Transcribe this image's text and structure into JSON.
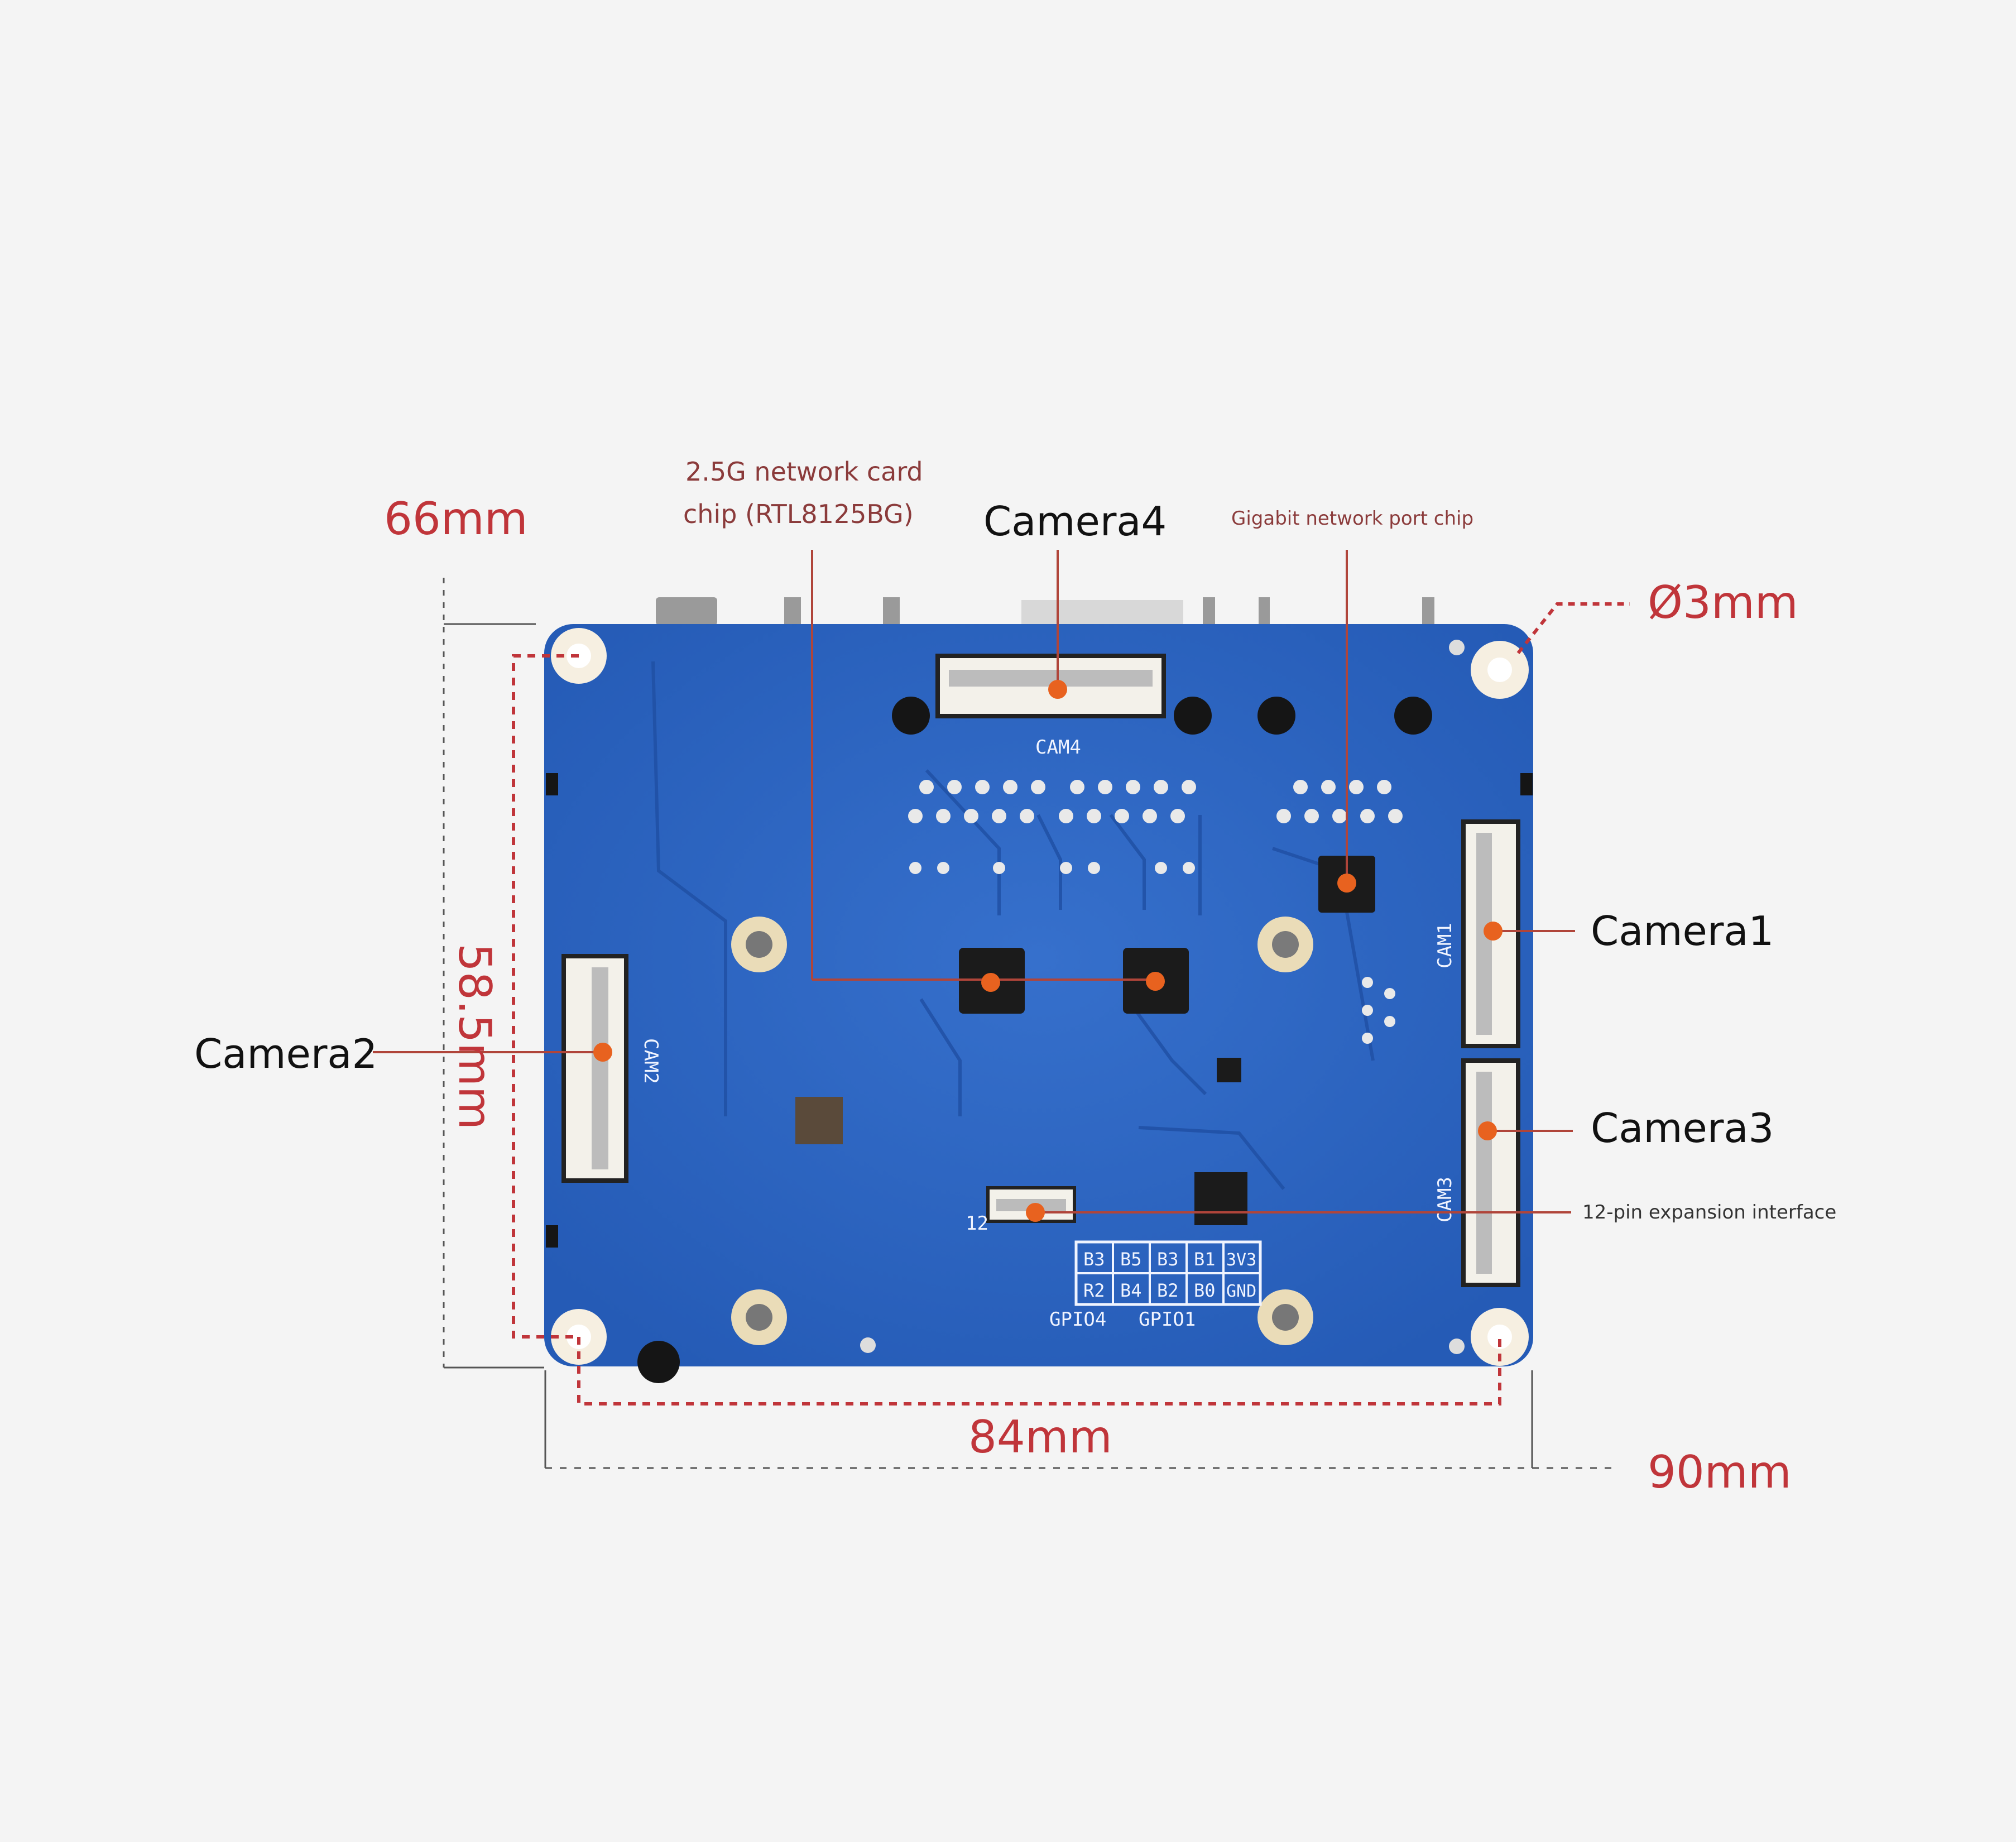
{
  "dimensions": {
    "height_outer": "66mm",
    "height_holes": "58.5mm",
    "width_holes": "84mm",
    "width_outer": "90mm",
    "hole_diameter": "Ø3mm"
  },
  "callouts": {
    "camera1": "Camera1",
    "camera2": "Camera2",
    "camera3": "Camera3",
    "camera4": "Camera4",
    "network_chip_line1": "2.5G network card",
    "network_chip_line2": "chip (RTL8125BG)",
    "gigabit_chip": "Gigabit network port chip",
    "expansion": "12-pin expansion interface"
  },
  "silkscreen": {
    "cam1": "CAM1",
    "cam2": "CAM2",
    "cam3": "CAM3",
    "cam4": "CAM4",
    "pins_row1": [
      "B3",
      "B5",
      "B3",
      "B1",
      "3V3"
    ],
    "pins_row2": [
      "R2",
      "B4",
      "B2",
      "B0",
      "GND"
    ],
    "gpio_left": "GPIO4",
    "gpio_right": "GPIO1",
    "header_label": "12"
  },
  "colors": {
    "board": "#2e66c2",
    "dimension": "#c0353a",
    "callout_dot": "#e8621f",
    "callout_line": "#b0453a"
  }
}
